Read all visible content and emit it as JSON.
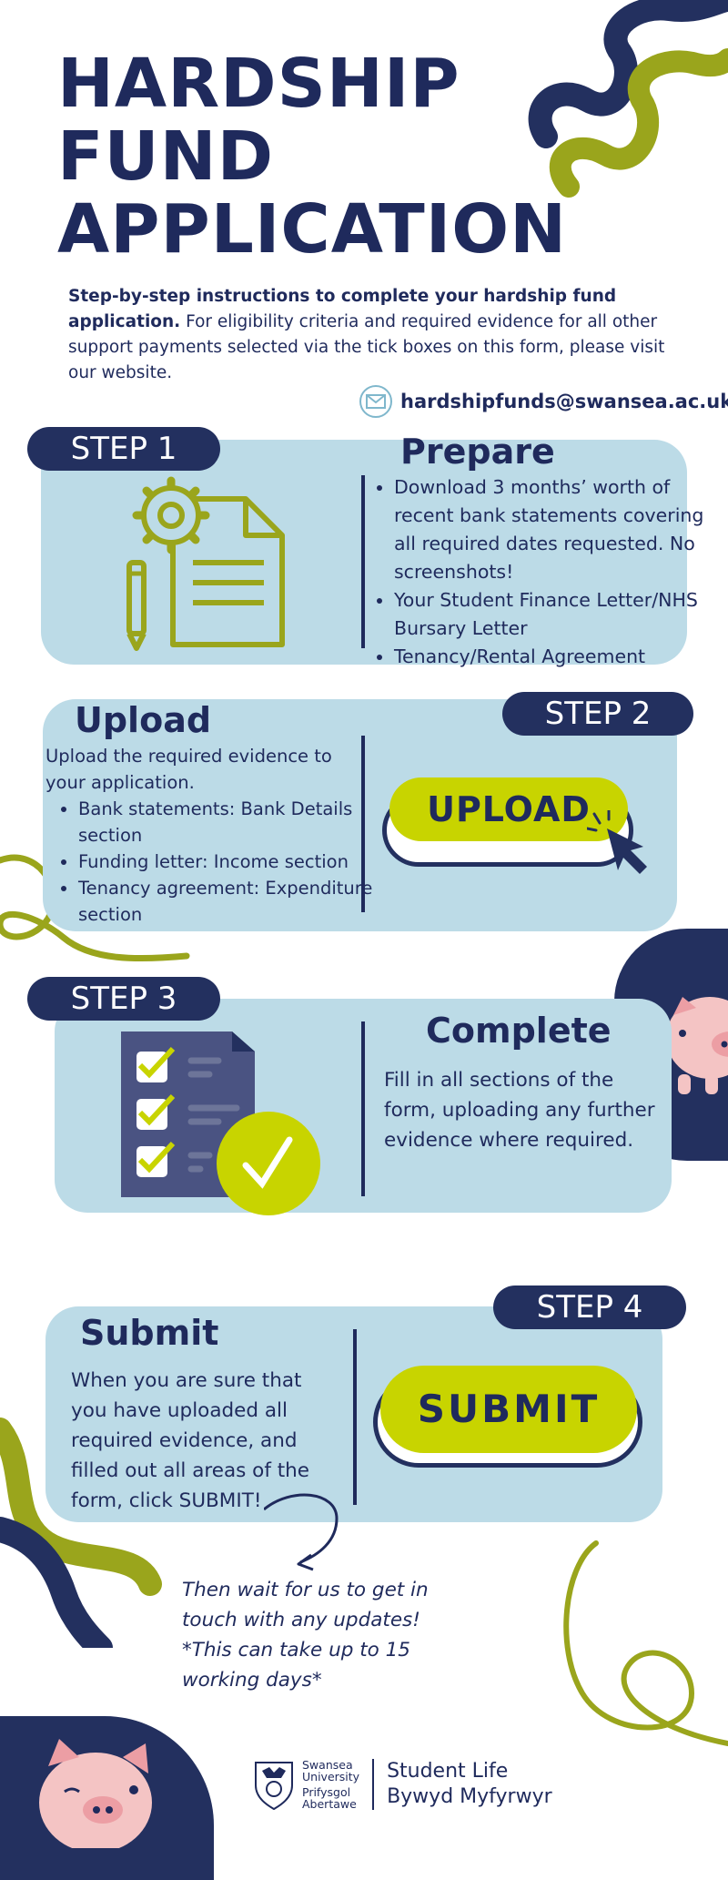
{
  "header": {
    "title_line1": "HARDSHIP",
    "title_line2": "FUND",
    "title_line3": "APPLICATION",
    "intro_bold": "Step-by-step instructions to complete your hardship fund application.",
    "intro_rest": " For eligibility criteria and required evidence for all other support payments selected via the tick boxes on this form, please visit our website.",
    "email": "hardshipfunds@swansea.ac.uk"
  },
  "step1": {
    "badge": "STEP 1",
    "heading": "Prepare",
    "items": [
      "Download 3 months’ worth of recent bank statements covering all required dates requested. No screenshots!",
      "Your Student Finance Letter/NHS Bursary Letter",
      "Tenancy/Rental Agreement"
    ]
  },
  "step2": {
    "badge": "STEP 2",
    "heading": "Upload",
    "intro": "Upload the required evidence to your application.",
    "items": [
      "Bank statements: Bank Details section",
      "Funding letter: Income section",
      "Tenancy agreement: Expenditure section"
    ],
    "button_label": "UPLOAD"
  },
  "step3": {
    "badge": "STEP 3",
    "heading": "Complete",
    "text": "Fill in all sections of the form, uploading any further evidence where required."
  },
  "step4": {
    "badge": "STEP 4",
    "heading": "Submit",
    "text": "When you are sure that you have uploaded all required evidence, and filled out all areas of the form, click SUBMIT!",
    "button_label": "SUBMIT"
  },
  "closing": {
    "text": "Then wait for us to get in touch with any updates! *This can take up to 15 working days*"
  },
  "footer": {
    "uni_en_1": "Swansea",
    "uni_en_2": "University",
    "uni_cy_1": "Prifysgol",
    "uni_cy_2": "Abertawe",
    "brand_en": "Student Life",
    "brand_cy": "Bywyd Myfyrwyr"
  },
  "colors": {
    "navy": "#1f2a5c",
    "olive": "#9aa51c",
    "lime": "#c8d400",
    "panel": "#bcdbe7"
  }
}
